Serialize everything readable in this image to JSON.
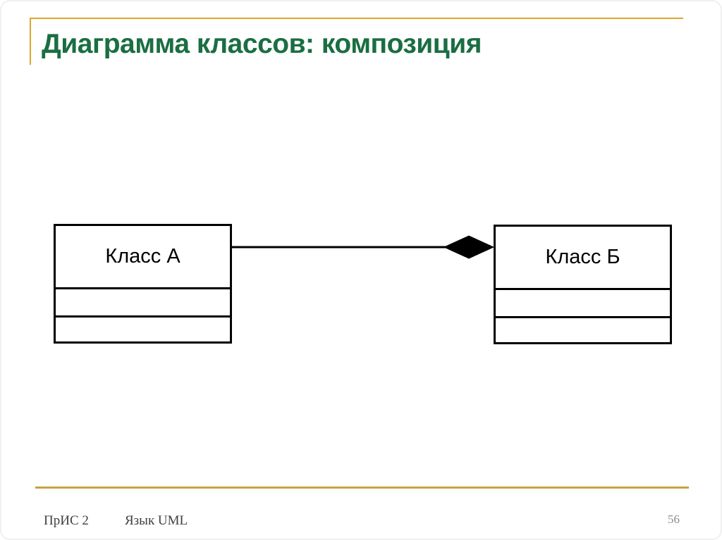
{
  "slide": {
    "title": "Диаграмма классов: композиция",
    "footer": {
      "course_label": "ПрИС 2",
      "topic_label": "Язык UML",
      "page_number": "56"
    },
    "colors": {
      "title_green": "#1A6E42",
      "header_gold": "#DFA52E",
      "footer_gold": "#C7A243",
      "diagram_black": "#000000",
      "page_number_gray": "#8C8C8C"
    }
  },
  "diagram": {
    "type": "uml-class-diagram",
    "relationship": "composition",
    "classes": [
      {
        "name": "Класс А",
        "attributes": "",
        "operations": ""
      },
      {
        "name": "Класс Б",
        "attributes": "",
        "operations": ""
      }
    ]
  }
}
